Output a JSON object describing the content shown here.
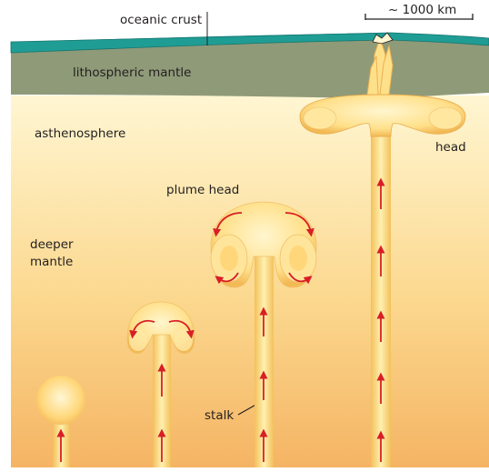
{
  "labels": {
    "oceanic_crust": "oceanic crust",
    "scale_bar": "~ 1000 km",
    "lithospheric_mantle": "lithospheric mantle",
    "asthenosphere": "asthenosphere",
    "deeper_mantle_line1": "deeper",
    "deeper_mantle_line2": "mantle",
    "plume_head": "plume head",
    "head": "head",
    "stalk": "stalk"
  },
  "colors": {
    "crust": "#1f9d94",
    "lithosphere": "#8f9a79",
    "mantle_top": "#fff3c6",
    "mantle_bottom": "#f6b968",
    "plume": "#ffd76e",
    "plume_edge": "#eaa94a",
    "arrow": "#d81e27"
  }
}
